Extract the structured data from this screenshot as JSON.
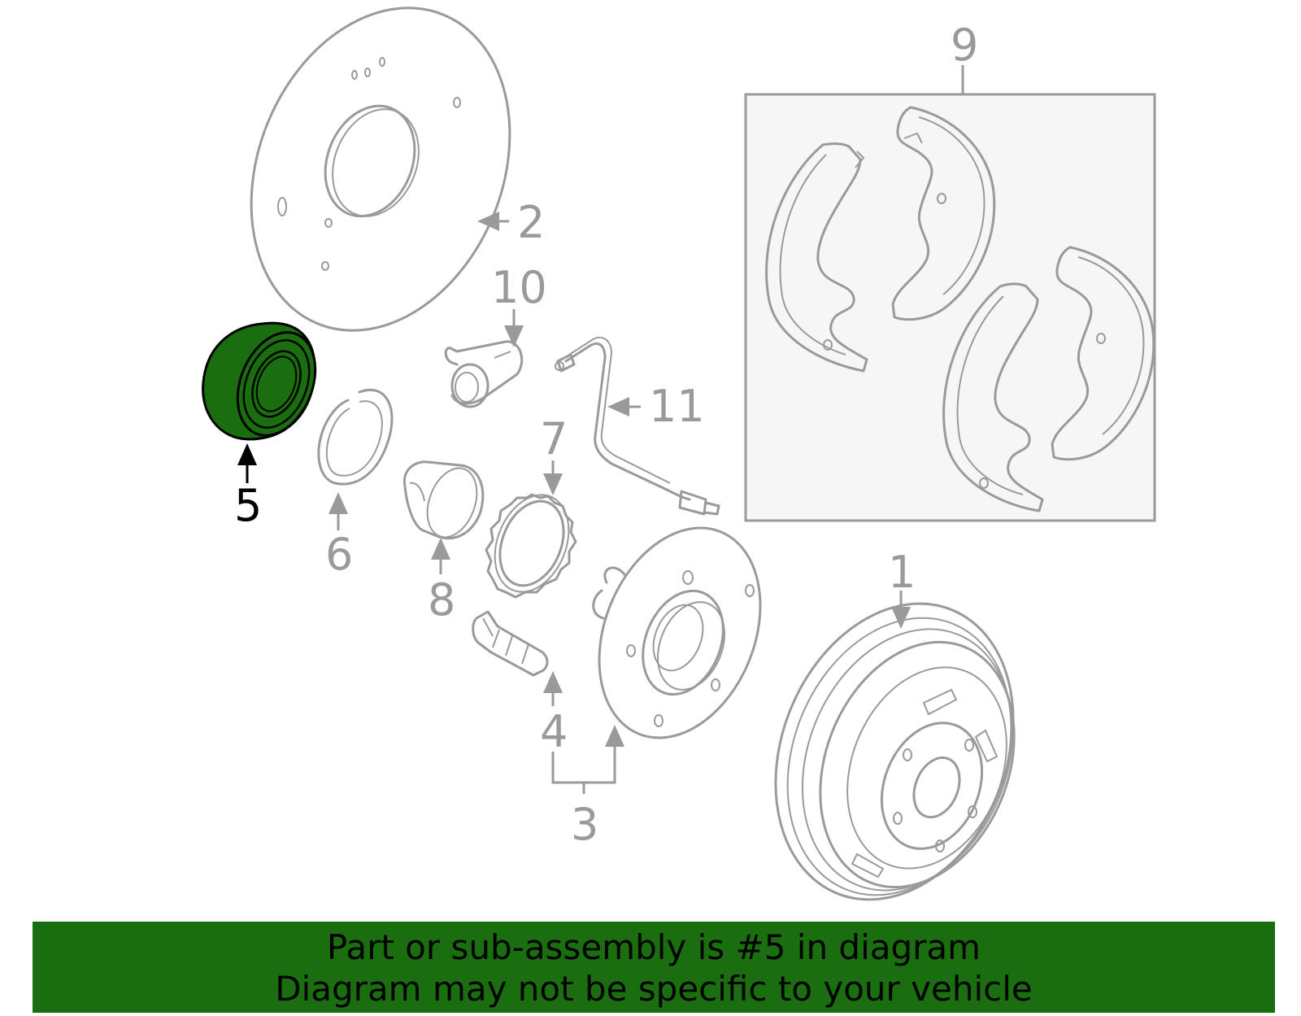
{
  "diagram": {
    "callouts": {
      "c1": "1",
      "c2": "2",
      "c3": "3",
      "c4": "4",
      "c5": "5",
      "c6": "6",
      "c7": "7",
      "c8": "8",
      "c9": "9",
      "c10": "10",
      "c11": "11"
    },
    "highlighted_part": "5",
    "colors": {
      "line": "#9a9a9a",
      "highlight_fill": "#1a6e0f",
      "highlight_stroke": "#000000",
      "inset_box_fill": "#f6f6f6"
    }
  },
  "banner": {
    "line1": "Part or sub-assembly is #5 in diagram",
    "line2": "Diagram may not be specific to your vehicle",
    "background": "#1a6e0f"
  }
}
